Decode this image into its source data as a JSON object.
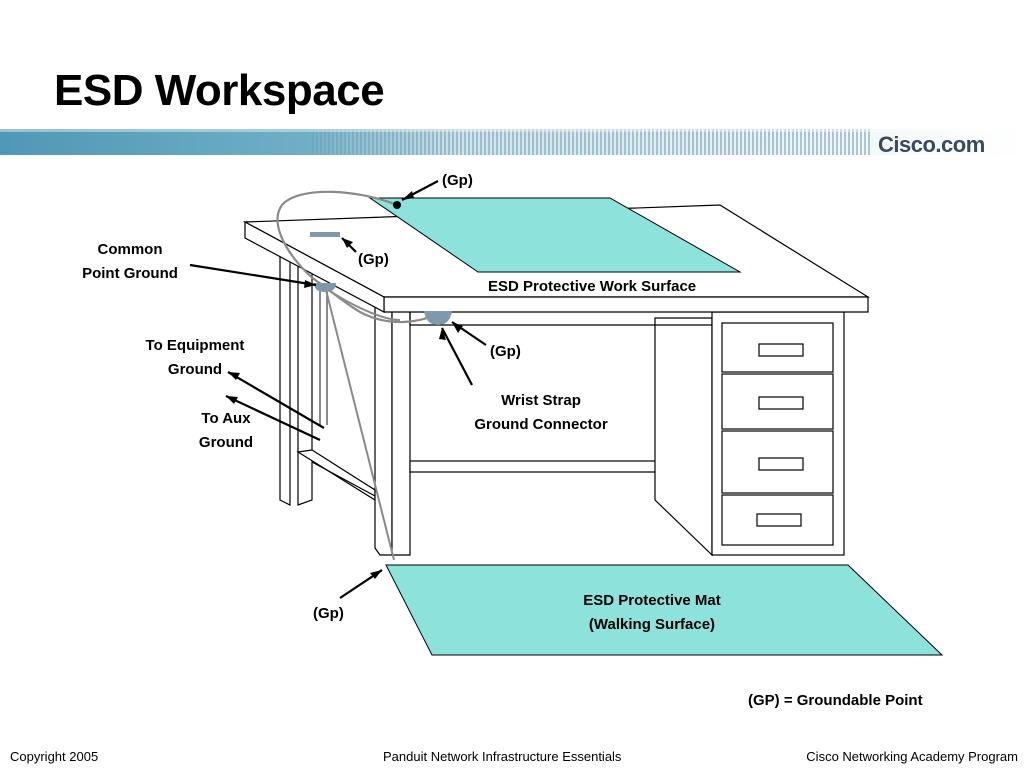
{
  "slide": {
    "title": "ESD Workspace",
    "logo": "Cisco.com"
  },
  "diagram": {
    "labels": {
      "gp_top": "(Gp)",
      "common_1": "Common",
      "common_2": "Point Ground",
      "gp_bracket": "(Gp)",
      "work_surface": "ESD Protective Work Surface",
      "to_equipment_1": "To Equipment",
      "to_equipment_2": "Ground",
      "gp_wrist": "(Gp)",
      "wrist_1": "Wrist Strap",
      "wrist_2": "Ground Connector",
      "to_aux_1": "To Aux",
      "to_aux_2": "Ground",
      "mat_1": "ESD Protective Mat",
      "mat_2": "(Walking Surface)",
      "gp_floor": "(Gp)",
      "legend": "(GP) = Groundable Point"
    },
    "colors": {
      "esd_surface": "#8de3dc",
      "connector": "#7f98ad",
      "banner": "#4f98b6"
    }
  },
  "footer": {
    "left": "Copyright 2005",
    "center": "Panduit Network Infrastructure Essentials",
    "right": "Cisco Networking Academy Program"
  }
}
